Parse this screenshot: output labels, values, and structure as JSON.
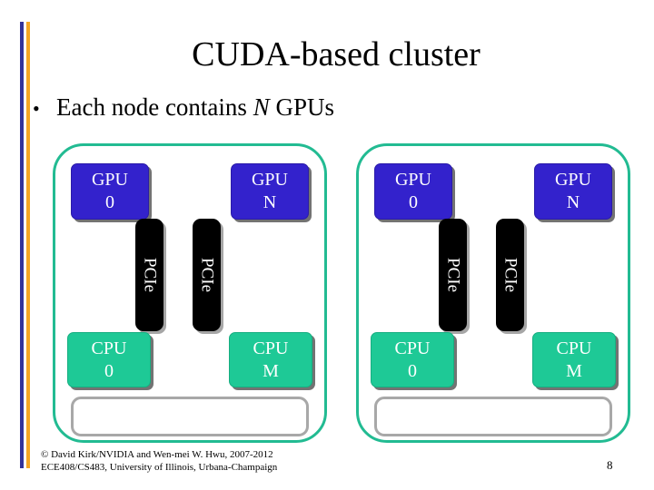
{
  "slide": {
    "title": "CUDA-based cluster",
    "page_number": "8",
    "accent_colors": {
      "rule_blue": "#333399",
      "rule_orange": "#F5A623",
      "node_outline": "#22BB92",
      "gpu_fill": "#3322CC",
      "cpu_fill": "#1EC996",
      "pcie_fill": "#000000",
      "bus_border": "#A8A8A8"
    }
  },
  "bullets": [
    {
      "glyph": "•",
      "text_before": "Each node contains ",
      "emphasis": "N",
      "text_after": " GPUs"
    }
  ],
  "diagram": {
    "nodes": [
      {
        "id": "node-left",
        "gpus": [
          {
            "name": "GPU",
            "index": "0"
          },
          {
            "name": "GPU",
            "index": "N"
          }
        ],
        "links": [
          {
            "label": "PCIe"
          },
          {
            "label": "PCIe"
          }
        ],
        "cpus": [
          {
            "name": "CPU",
            "index": "0"
          },
          {
            "name": "CPU",
            "index": "M"
          }
        ],
        "bus_label": ""
      },
      {
        "id": "node-right",
        "gpus": [
          {
            "name": "GPU",
            "index": "0"
          },
          {
            "name": "GPU",
            "index": "N"
          }
        ],
        "links": [
          {
            "label": "PCIe"
          },
          {
            "label": "PCIe"
          }
        ],
        "cpus": [
          {
            "name": "CPU",
            "index": "0"
          },
          {
            "name": "CPU",
            "index": "M"
          }
        ],
        "bus_label": ""
      }
    ]
  },
  "footer": {
    "line1": "© David Kirk/NVIDIA and Wen-mei W. Hwu, 2007-2012",
    "line2": "ECE408/CS483, University of Illinois, Urbana-Champaign"
  }
}
